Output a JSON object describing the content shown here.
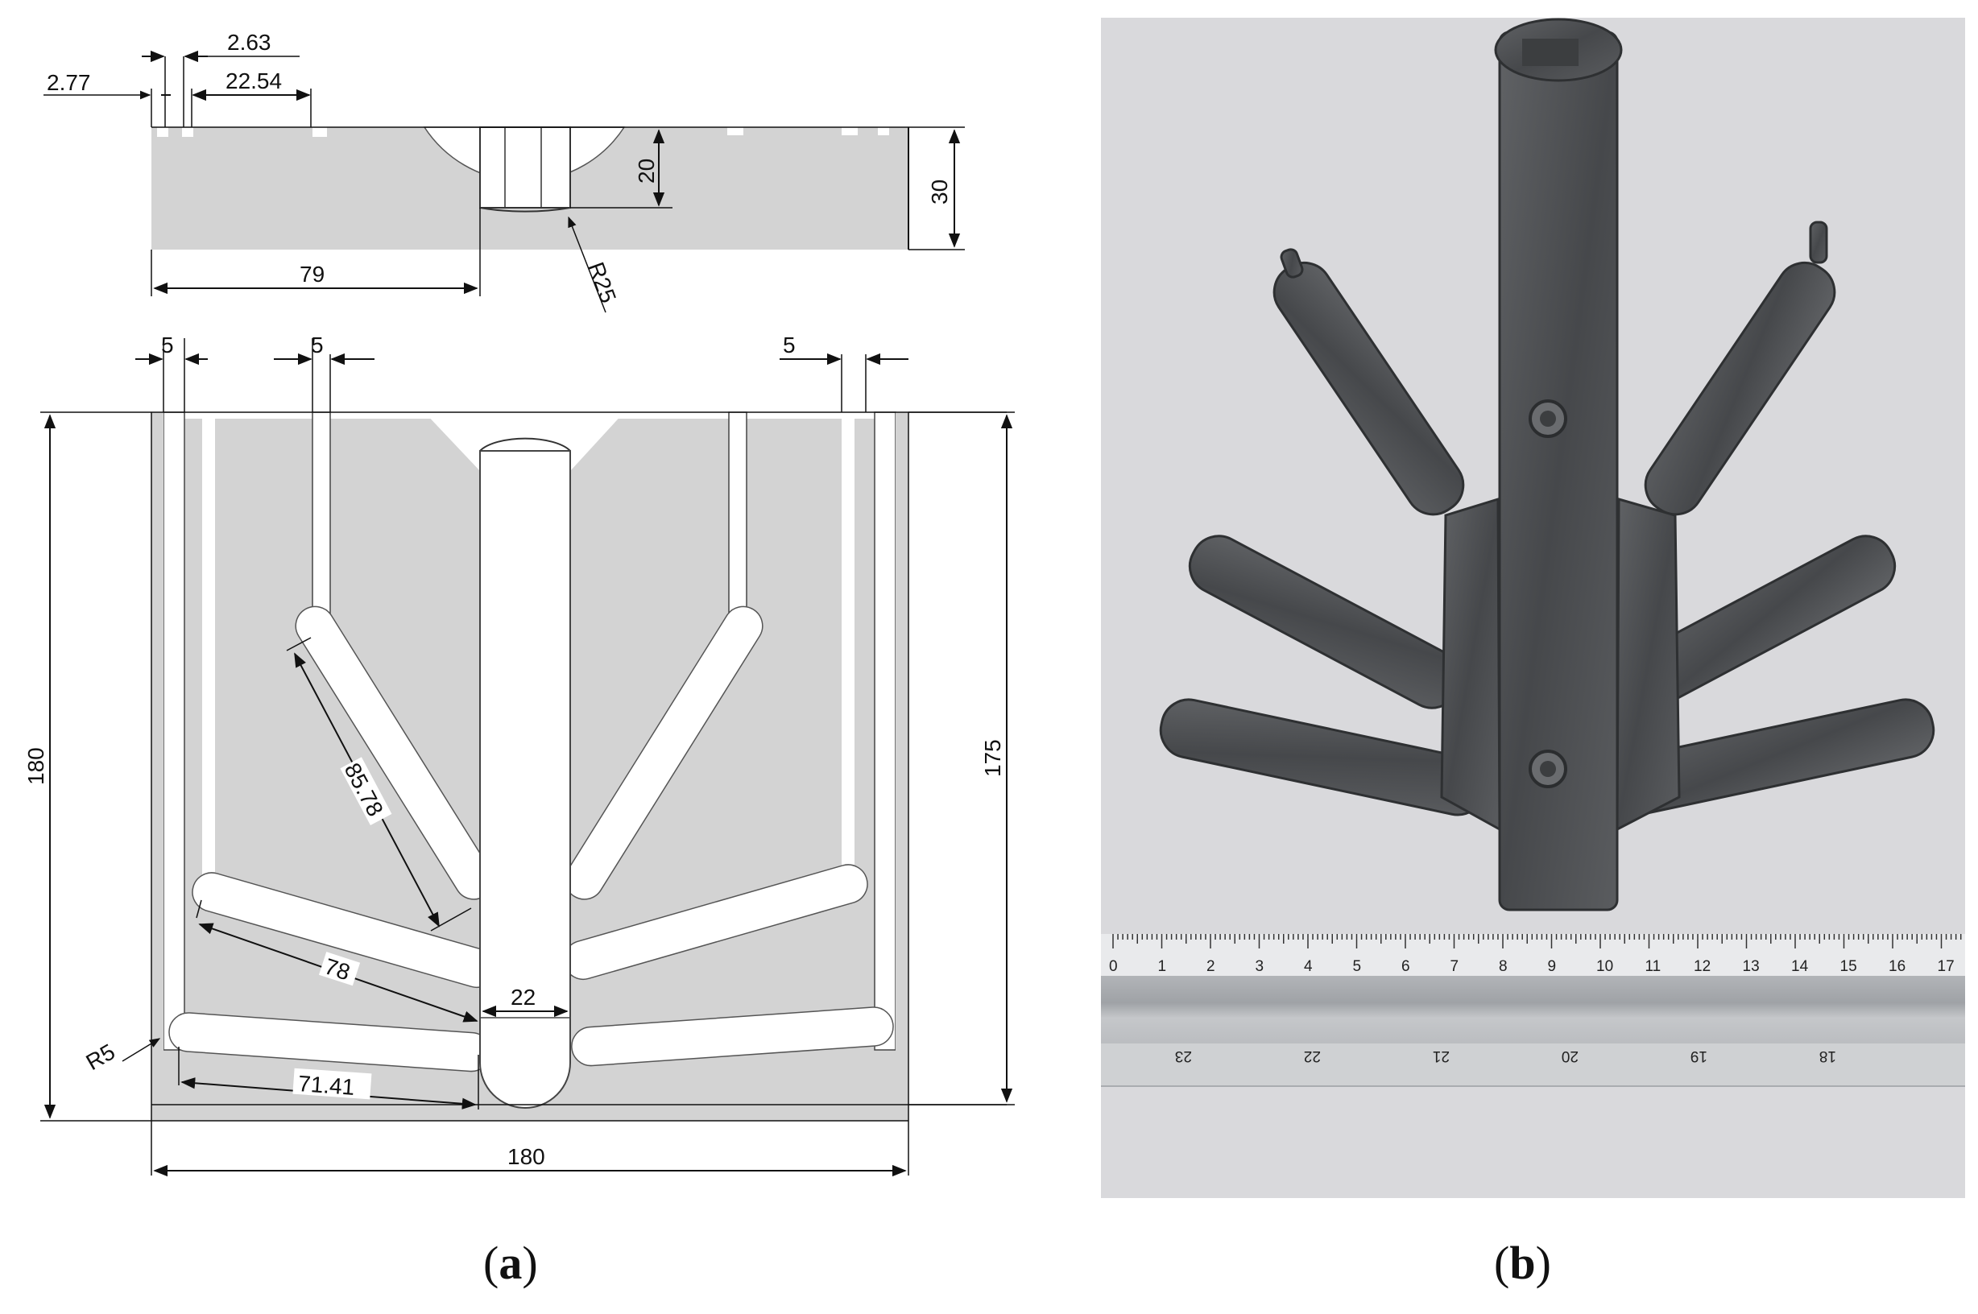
{
  "panels": {
    "a": {
      "caption_open": "(",
      "caption_letter": "a",
      "caption_close": ")",
      "top_view": {
        "dims": {
          "d_2_63": "2.63",
          "d_2_77": "2.77",
          "d_22_54": "22.54",
          "d_20": "20",
          "d_30": "30",
          "d_79": "79",
          "d_r25": "R25"
        }
      },
      "front_view": {
        "dims": {
          "d_5_left": "5",
          "d_5_mid": "5",
          "d_5_right": "5",
          "d_180_left": "180",
          "d_175": "175",
          "d_85_78": "85.78",
          "d_78": "78",
          "d_22": "22",
          "d_r5": "R5",
          "d_71_41": "71.41",
          "d_180_bottom": "180"
        }
      }
    },
    "b": {
      "caption_open": "(",
      "caption_letter": "b",
      "caption_close": ")",
      "ruler_top_numbers": [
        "0",
        "1",
        "2",
        "3",
        "4",
        "5",
        "6",
        "7",
        "8",
        "9",
        "10",
        "11",
        "12",
        "13",
        "14",
        "15",
        "16",
        "17"
      ],
      "ruler_bottom_numbers": [
        "23",
        "22",
        "21",
        "20",
        "19",
        "18"
      ]
    }
  },
  "colors": {
    "drawing_fill": "#d3d3d3",
    "drawing_line": "#111111",
    "photo_background": "#d9d9dc",
    "casting_metal": "#4f5153",
    "ruler_metal": "#b9bbbe"
  }
}
